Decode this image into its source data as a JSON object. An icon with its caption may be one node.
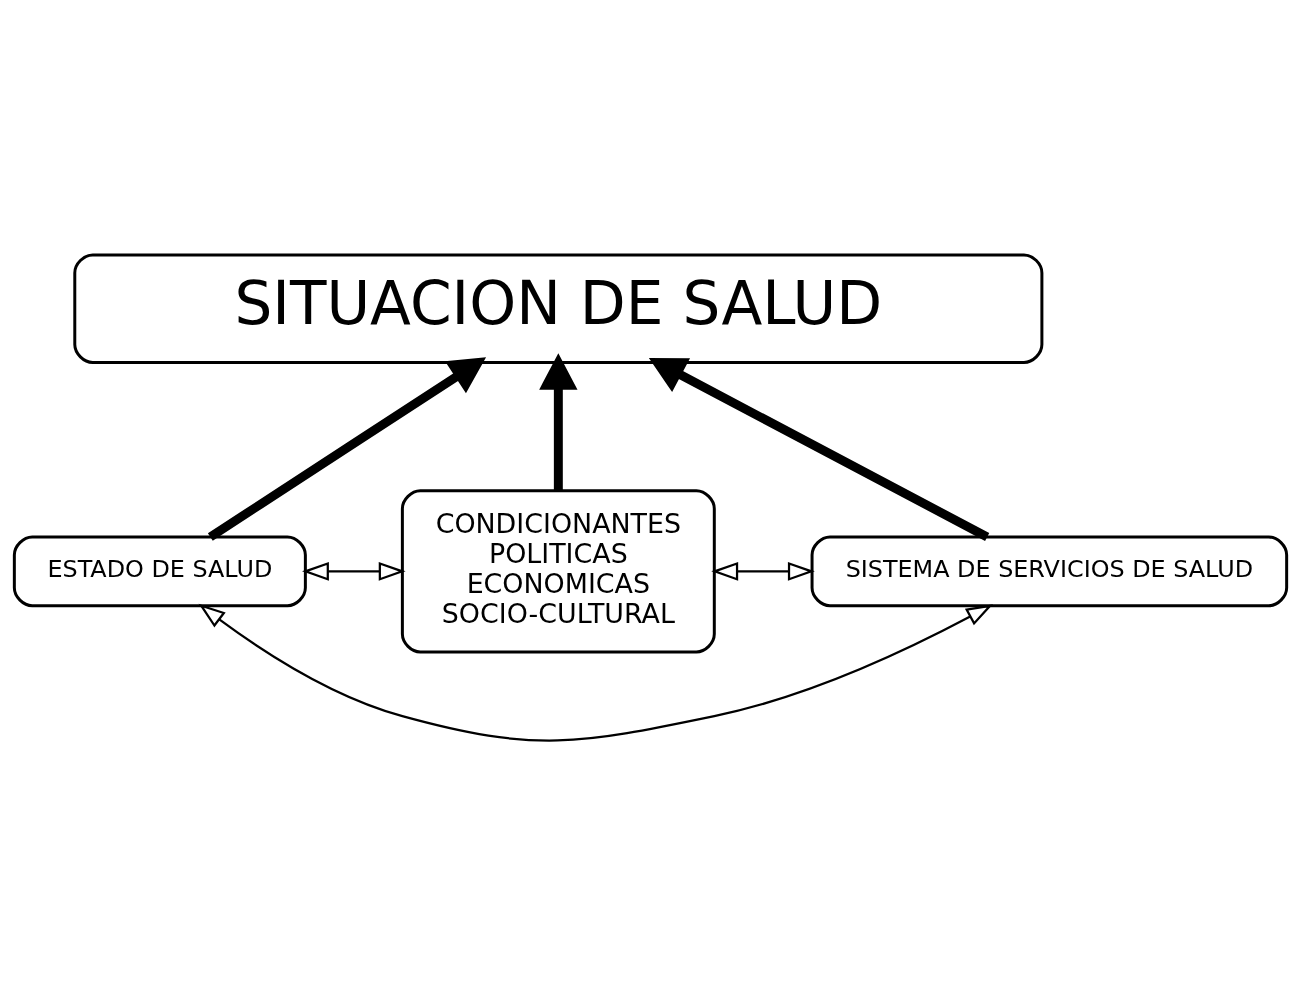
{
  "diagram": {
    "nodes": [
      {
        "text": [
          "SITUACION DE SALUD"
        ]
      },
      {
        "text": [
          "ESTADO DE SALUD"
        ]
      },
      {
        "text": [
          "CONDICIONANTES",
          "POLITICAS",
          "ECONOMICAS",
          "SOCIO-CULTURAL"
        ]
      },
      {
        "text": [
          "SISTEMA DE SERVICIOS DE SALUD"
        ]
      }
    ],
    "edges": [
      {
        "from": 1,
        "to": 0,
        "arrow": "to",
        "style": "thick"
      },
      {
        "from": 2,
        "to": 0,
        "arrow": "to",
        "style": "thick"
      },
      {
        "from": 3,
        "to": 0,
        "arrow": "to",
        "style": "thick"
      },
      {
        "from": 1,
        "to": 2,
        "arrow": "both"
      },
      {
        "from": 2,
        "to": 3,
        "arrow": "both"
      },
      {
        "from": 1,
        "to": 3,
        "arrow": "both"
      }
    ]
  }
}
